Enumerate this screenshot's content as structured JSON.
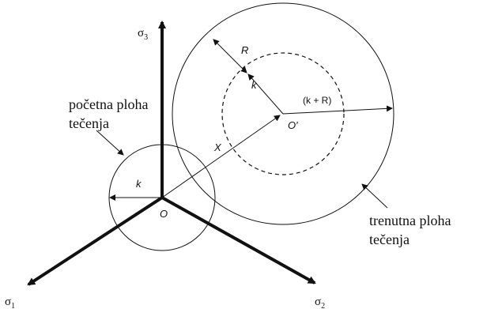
{
  "axes": {
    "sigma1": {
      "symbol": "σ",
      "subscript": "1"
    },
    "sigma2": {
      "symbol": "σ",
      "subscript": "2"
    },
    "sigma3": {
      "symbol": "σ",
      "subscript": "3"
    }
  },
  "points": {
    "origin": "O",
    "center_shifted": "O′"
  },
  "labels": {
    "initial_surface_line1": "početna ploha",
    "initial_surface_line2": "tečenja",
    "current_surface_line1": "trenutna ploha",
    "current_surface_line2": "tečenja",
    "k_initial": "k",
    "k_inner": "k",
    "R": "R",
    "k_plus_R": "(k + R)",
    "X": "X"
  },
  "colors": {
    "line": "#111111",
    "text": "#111111"
  }
}
